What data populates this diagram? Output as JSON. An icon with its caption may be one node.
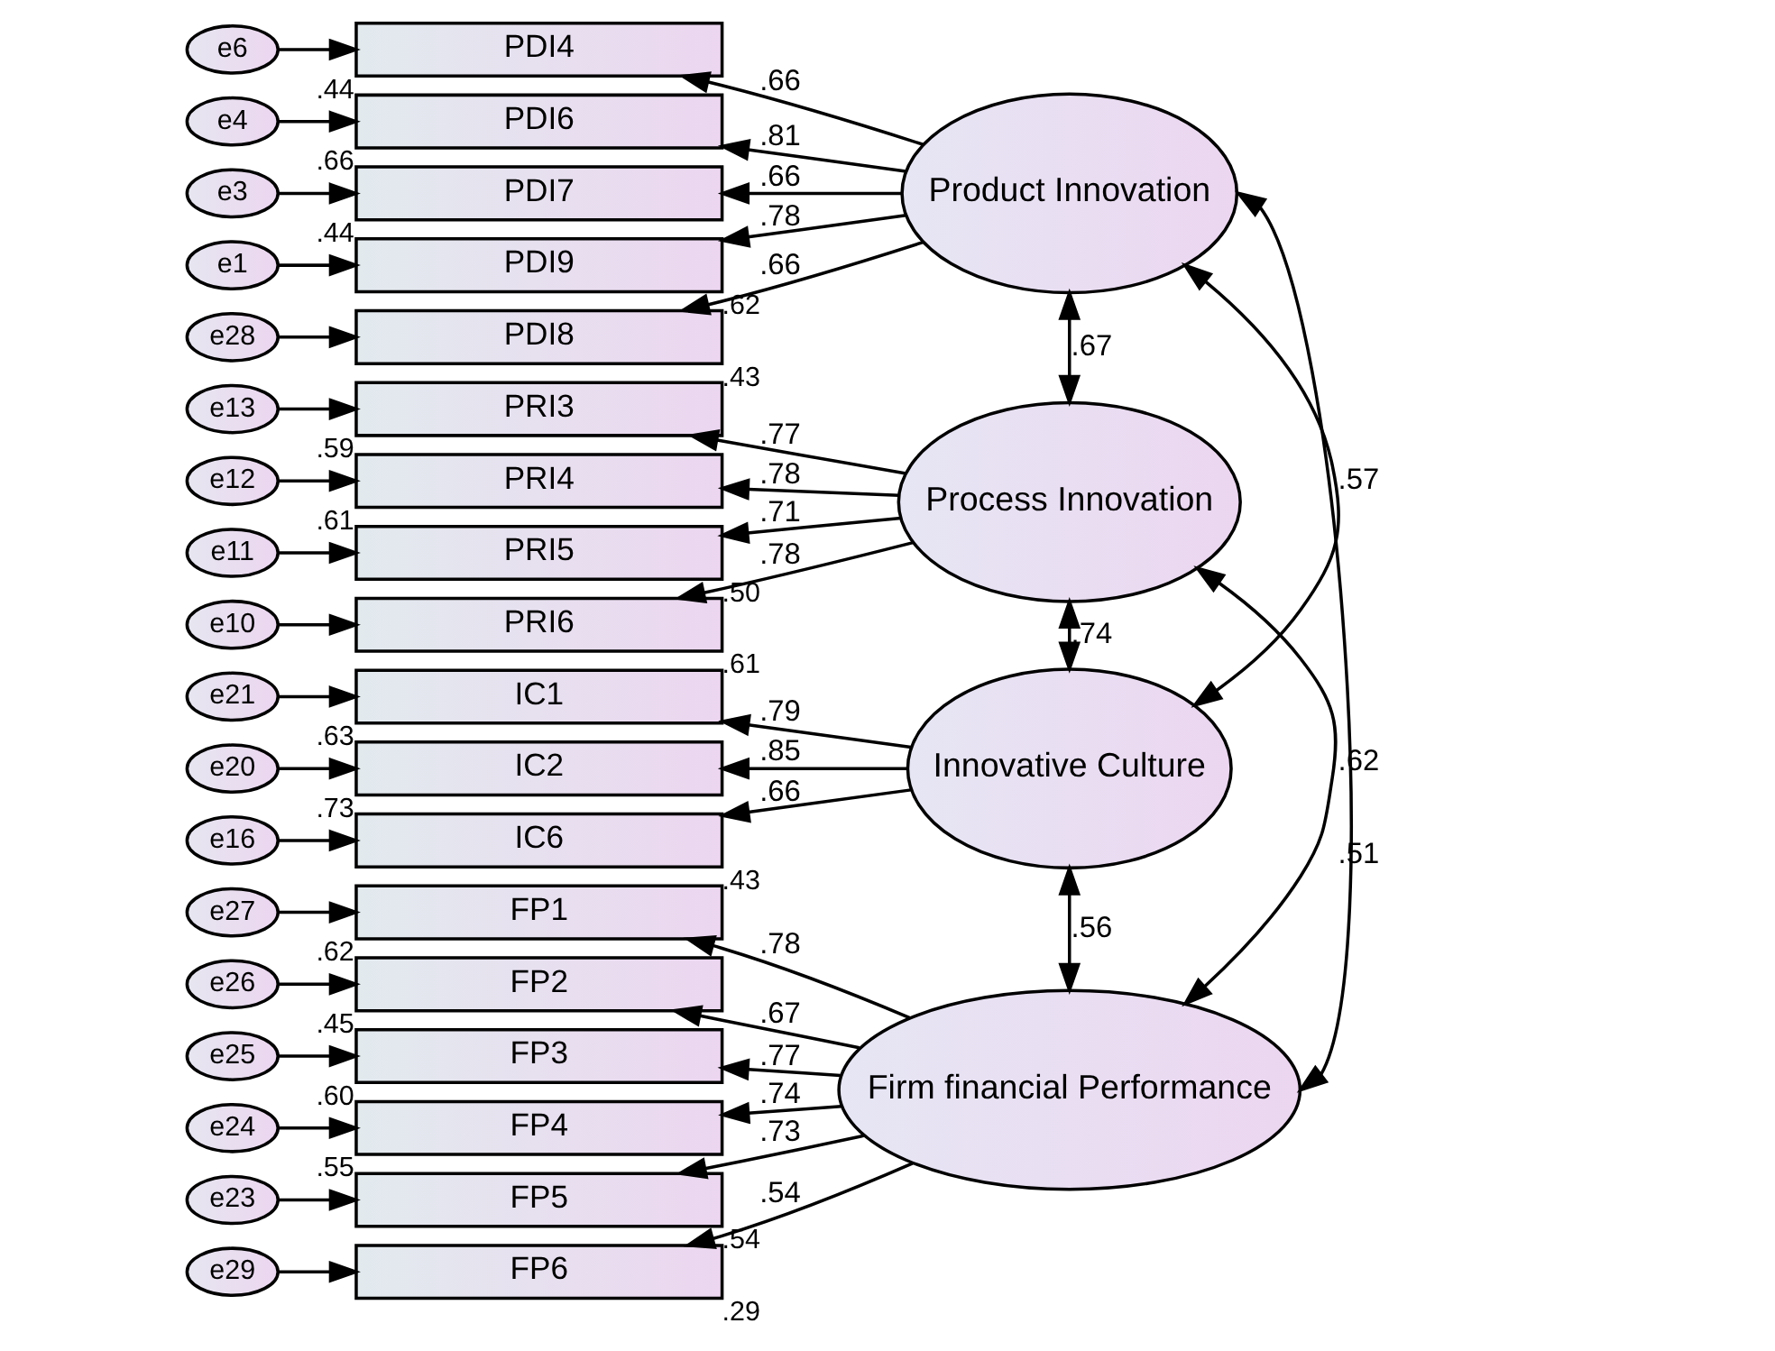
{
  "diagram": {
    "nodes": [
      {
        "text": [
          "Product Innovation"
        ]
      },
      {
        "text": [
          "PDI4"
        ],
        "beside": [
          ".44"
        ]
      },
      {
        "text": [
          "PDI6"
        ],
        "beside": [
          ".66"
        ]
      },
      {
        "text": [
          "PDI7"
        ],
        "beside": [
          ".44"
        ]
      },
      {
        "text": [
          "PDI9"
        ],
        "beside": [
          ".62"
        ]
      },
      {
        "text": [
          "PDI8"
        ],
        "beside": [
          ".43"
        ]
      },
      {
        "text": [
          "e6"
        ]
      },
      {
        "text": [
          "e4"
        ]
      },
      {
        "text": [
          "e3"
        ]
      },
      {
        "text": [
          "e1"
        ]
      },
      {
        "text": [
          "e28"
        ]
      },
      {
        "text": [
          "Process Innovation"
        ]
      },
      {
        "text": [
          "PRI3"
        ],
        "beside": [
          ".59"
        ]
      },
      {
        "text": [
          "PRI4"
        ],
        "beside": [
          ".61"
        ]
      },
      {
        "text": [
          "PRI5"
        ],
        "beside": [
          ".50"
        ]
      },
      {
        "text": [
          "PRI6"
        ],
        "beside": [
          ".61"
        ]
      },
      {
        "text": [
          "e13"
        ]
      },
      {
        "text": [
          "e12"
        ]
      },
      {
        "text": [
          "e11"
        ]
      },
      {
        "text": [
          "e10"
        ]
      },
      {
        "text": [
          "Innovative Culture"
        ]
      },
      {
        "text": [
          "IC1"
        ],
        "beside": [
          ".63"
        ]
      },
      {
        "text": [
          "IC2"
        ],
        "beside": [
          ".73"
        ]
      },
      {
        "text": [
          "IC6"
        ],
        "beside": [
          ".43"
        ]
      },
      {
        "text": [
          "e21"
        ]
      },
      {
        "text": [
          "e20"
        ]
      },
      {
        "text": [
          "e16"
        ]
      },
      {
        "text": [
          "Firm financial Performance"
        ]
      },
      {
        "text": [
          "FP1"
        ],
        "beside": [
          ".62"
        ]
      },
      {
        "text": [
          "FP2"
        ],
        "beside": [
          ".45"
        ]
      },
      {
        "text": [
          "FP3"
        ],
        "beside": [
          ".60"
        ]
      },
      {
        "text": [
          "FP4"
        ],
        "beside": [
          ".55"
        ]
      },
      {
        "text": [
          "FP5"
        ],
        "beside": [
          ".54"
        ]
      },
      {
        "text": [
          "FP6"
        ],
        "beside": [
          ".29"
        ]
      },
      {
        "text": [
          "e27"
        ]
      },
      {
        "text": [
          "e26"
        ]
      },
      {
        "text": [
          "e25"
        ]
      },
      {
        "text": [
          "e24"
        ]
      },
      {
        "text": [
          "e23"
        ]
      },
      {
        "text": [
          "e29"
        ]
      }
    ],
    "edges": [
      {
        "from": 0,
        "to": 1,
        "arrow": "to",
        "label": ".66"
      },
      {
        "from": 0,
        "to": 2,
        "arrow": "to",
        "label": ".81"
      },
      {
        "from": 0,
        "to": 3,
        "arrow": "to",
        "label": ".66"
      },
      {
        "from": 0,
        "to": 4,
        "arrow": "to",
        "label": ".78"
      },
      {
        "from": 0,
        "to": 5,
        "arrow": "to",
        "label": ".66"
      },
      {
        "from": 6,
        "to": 1,
        "arrow": "to"
      },
      {
        "from": 7,
        "to": 2,
        "arrow": "to"
      },
      {
        "from": 8,
        "to": 3,
        "arrow": "to"
      },
      {
        "from": 9,
        "to": 4,
        "arrow": "to"
      },
      {
        "from": 10,
        "to": 5,
        "arrow": "to"
      },
      {
        "from": 11,
        "to": 12,
        "arrow": "to",
        "label": ".77"
      },
      {
        "from": 11,
        "to": 13,
        "arrow": "to",
        "label": ".78"
      },
      {
        "from": 11,
        "to": 14,
        "arrow": "to",
        "label": ".71"
      },
      {
        "from": 11,
        "to": 15,
        "arrow": "to",
        "label": ".78"
      },
      {
        "from": 16,
        "to": 12,
        "arrow": "to"
      },
      {
        "from": 17,
        "to": 13,
        "arrow": "to"
      },
      {
        "from": 18,
        "to": 14,
        "arrow": "to"
      },
      {
        "from": 19,
        "to": 15,
        "arrow": "to"
      },
      {
        "from": 20,
        "to": 21,
        "arrow": "to",
        "label": ".79"
      },
      {
        "from": 20,
        "to": 22,
        "arrow": "to",
        "label": ".85"
      },
      {
        "from": 20,
        "to": 23,
        "arrow": "to",
        "label": ".66"
      },
      {
        "from": 24,
        "to": 21,
        "arrow": "to"
      },
      {
        "from": 25,
        "to": 22,
        "arrow": "to"
      },
      {
        "from": 26,
        "to": 23,
        "arrow": "to"
      },
      {
        "from": 27,
        "to": 28,
        "arrow": "to",
        "label": ".78"
      },
      {
        "from": 27,
        "to": 29,
        "arrow": "to",
        "label": ".67"
      },
      {
        "from": 27,
        "to": 30,
        "arrow": "to",
        "label": ".77"
      },
      {
        "from": 27,
        "to": 31,
        "arrow": "to",
        "label": ".74"
      },
      {
        "from": 27,
        "to": 32,
        "arrow": "to",
        "label": ".73"
      },
      {
        "from": 27,
        "to": 33,
        "arrow": "to",
        "label": ".54"
      },
      {
        "from": 34,
        "to": 28,
        "arrow": "to"
      },
      {
        "from": 35,
        "to": 29,
        "arrow": "to"
      },
      {
        "from": 36,
        "to": 30,
        "arrow": "to"
      },
      {
        "from": 37,
        "to": 31,
        "arrow": "to"
      },
      {
        "from": 38,
        "to": 32,
        "arrow": "to"
      },
      {
        "from": 39,
        "to": 33,
        "arrow": "to"
      },
      {
        "from": 0,
        "to": 11,
        "arrow": "both",
        "label": ".67"
      },
      {
        "from": 0,
        "to": 20,
        "arrow": "both",
        "label": ".57"
      },
      {
        "from": 0,
        "to": 27,
        "arrow": "both",
        "label": ".51"
      },
      {
        "from": 11,
        "to": 20,
        "arrow": "both",
        "label": ".74"
      },
      {
        "from": 11,
        "to": 27,
        "arrow": "both",
        "label": ".62"
      },
      {
        "from": 20,
        "to": 27,
        "arrow": "both",
        "label": ".56"
      }
    ]
  }
}
